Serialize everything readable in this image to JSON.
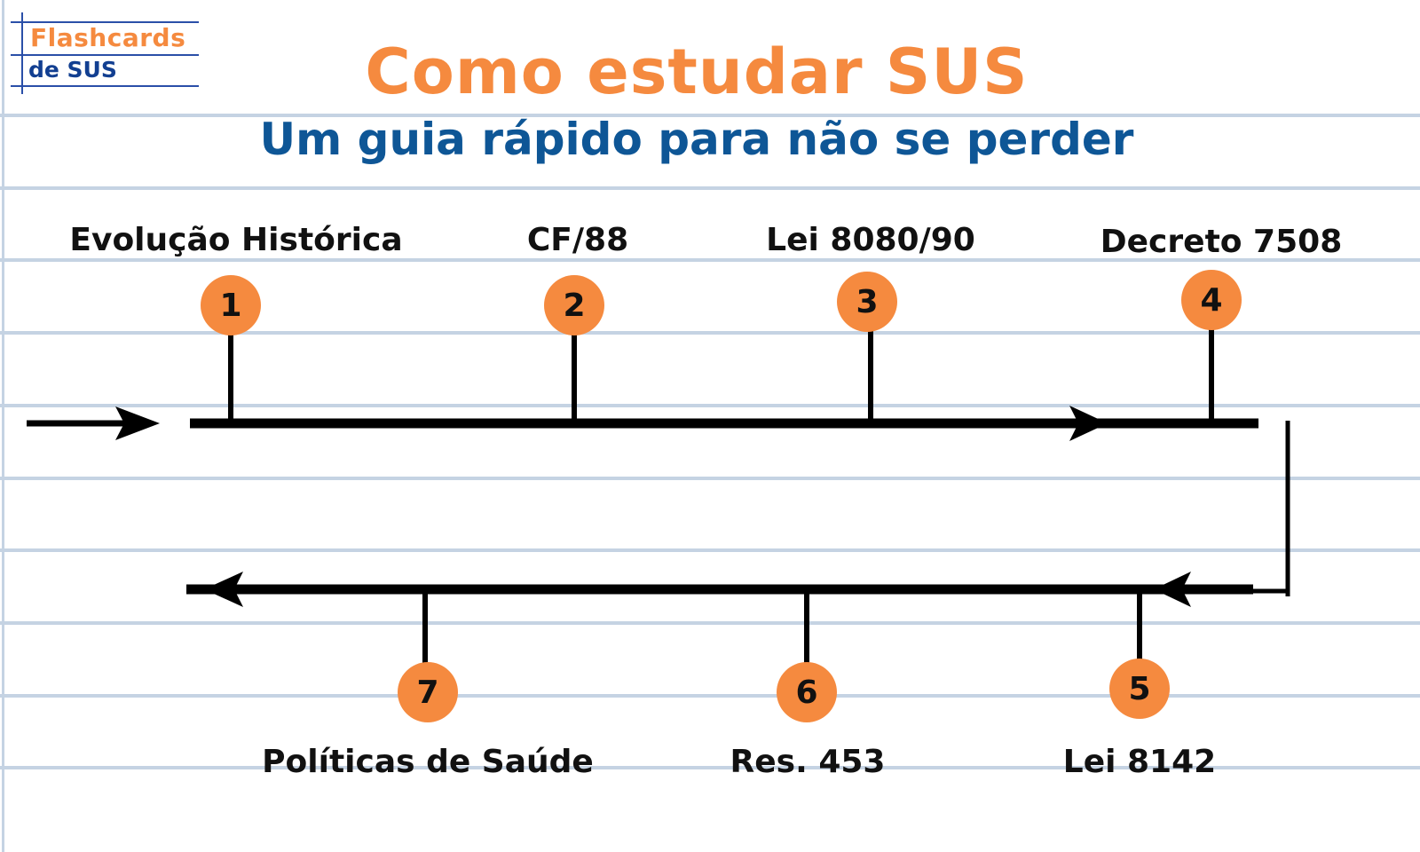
{
  "logo": {
    "line1": "Flashcards",
    "line2": "de SUS"
  },
  "header": {
    "title": "Como estudar SUS",
    "subtitle": "Um guia rápido para não se perder"
  },
  "colors": {
    "accent_orange": "#f58a3f",
    "heading_blue": "#0e5696",
    "logo_blue": "#123f91",
    "ruled_line": "#c5d3e3",
    "line_black": "#000000"
  },
  "timeline": {
    "top_row": [
      {
        "number": "1",
        "label": "Evolução Histórica"
      },
      {
        "number": "2",
        "label": "CF/88"
      },
      {
        "number": "3",
        "label": "Lei 8080/90"
      },
      {
        "number": "4",
        "label": "Decreto 7508"
      }
    ],
    "bottom_row": [
      {
        "number": "5",
        "label": "Lei 8142"
      },
      {
        "number": "6",
        "label": "Res. 453"
      },
      {
        "number": "7",
        "label": "Políticas de Saúde"
      }
    ]
  }
}
